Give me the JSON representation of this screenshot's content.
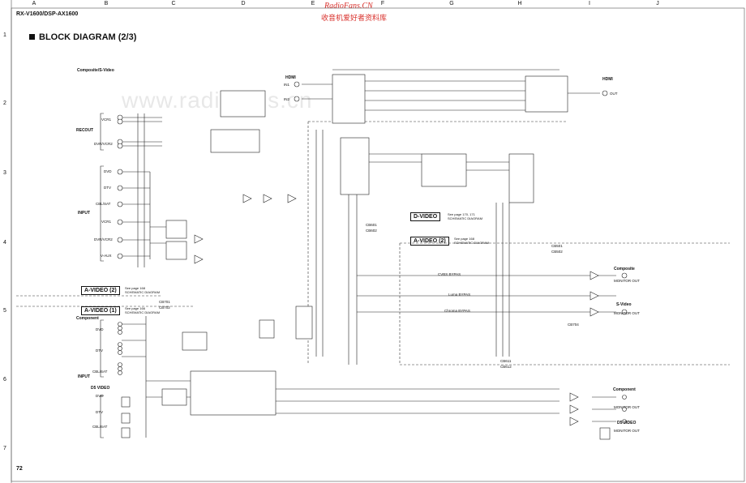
{
  "header": {
    "model": "RX-V1600/DSP-AX1600",
    "page_number": "72"
  },
  "watermark": {
    "site": "RadioFans.CN",
    "chinese": "收音机爱好者资料库",
    "faint": "www.radiofans.cn"
  },
  "title": "BLOCK DIAGRAM (2/3)",
  "grid": {
    "columns": [
      "A",
      "B",
      "C",
      "D",
      "E",
      "F",
      "G",
      "H",
      "I",
      "J"
    ],
    "rows": [
      "1",
      "2",
      "3",
      "4",
      "5",
      "6",
      "7"
    ]
  },
  "left_section": {
    "heading": "Composite/S-Video",
    "recout_label": "RECOUT",
    "recout_items": [
      "VCR1",
      "DVR/VCR2"
    ],
    "input_label": "INPUT",
    "input_items": [
      "DVD",
      "DTV",
      "CBL/SAT",
      "VCR1",
      "DVR/VCR2",
      "V-AUX"
    ],
    "component_label": "Component",
    "component_input_label": "INPUT",
    "component_items": [
      "DVD",
      "DTV",
      "CBL/SAT"
    ],
    "d5_label": "D5 VIDEO",
    "d5_items": [
      "DVD",
      "DTV",
      "CBL/SAT"
    ]
  },
  "hdmi": {
    "label_in": "HDMI",
    "in_ports": [
      "IN1",
      "IN2"
    ],
    "label_out": "HDMI",
    "out_port": "OUT"
  },
  "references": {
    "d_video": {
      "label": "D-VIDEO",
      "note1": "See page 170, 171",
      "note2": "SCHEMATIC DIAGRAM"
    },
    "a_video_2_right": {
      "label": "A-VIDEO (2)",
      "note1": "See page 168",
      "note2": "SCHEMATIC DIAGRAM"
    },
    "a_video_2_left": {
      "label": "A-VIDEO (2)",
      "note1": "See page 168",
      "note2": "SCHEMATIC DIAGRAM"
    },
    "a_video_1": {
      "label": "A-VIDEO (1)",
      "note1": "See page 166",
      "note2": "SCHEMATIC DIAGRAM"
    }
  },
  "outputs": {
    "composite": "Composite",
    "composite_out": "MONITOR OUT",
    "svideo": "S-Video",
    "svideo_out": "MONITOR OUT",
    "component": "Component",
    "component_out": "MONITOR OUT",
    "d5": "D5 VIDEO",
    "d5_out": "MONITOR OUT"
  },
  "bypass": [
    "CVBS BYPAS",
    "Luma BYPAS",
    "Chroma BYPAS"
  ],
  "connectors": [
    "CB601",
    "CB602",
    "CB701",
    "CB702",
    "CB501",
    "CB502",
    "CB611",
    "CB612",
    "CB704"
  ],
  "colors": {
    "line": "#222222",
    "watermark_red": "#d9302b"
  }
}
